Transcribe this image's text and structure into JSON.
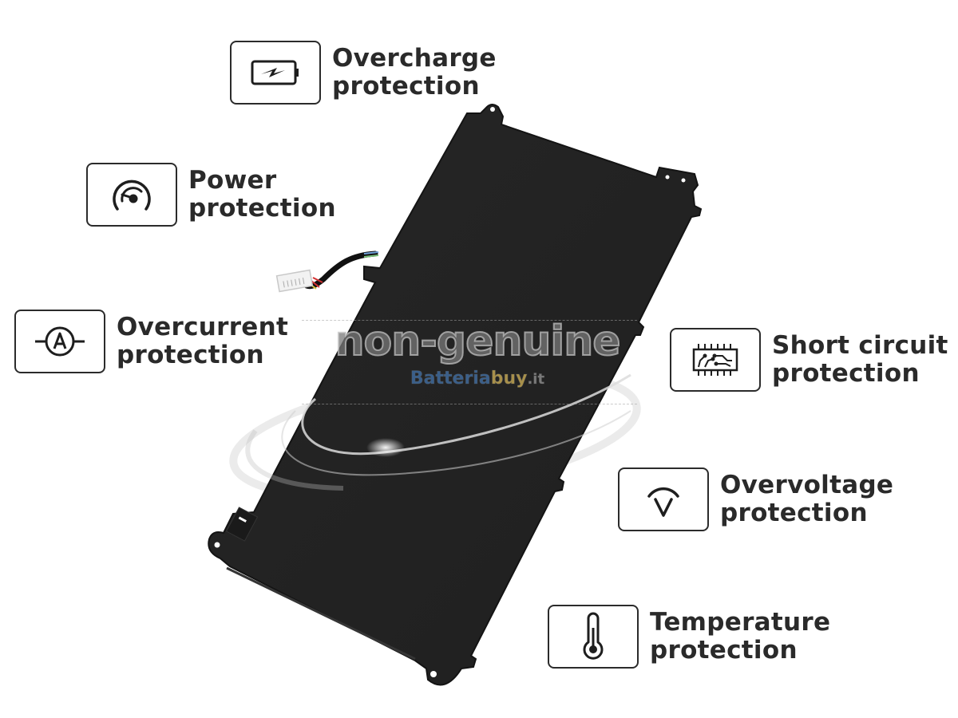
{
  "features": [
    {
      "id": "overcharge",
      "icon": "battery-charging-icon",
      "line1": "Overcharge",
      "line2": "protection"
    },
    {
      "id": "power",
      "icon": "gauge-icon",
      "line1": "Power",
      "line2": "protection"
    },
    {
      "id": "overcurrent",
      "icon": "ammeter-icon",
      "line1": "Overcurrent",
      "line2": "protection"
    },
    {
      "id": "short-circuit",
      "icon": "circuit-board-icon",
      "line1": "Short circuit",
      "line2": "protection"
    },
    {
      "id": "overvoltage",
      "icon": "voltmeter-icon",
      "line1": "Overvoltage",
      "line2": "protection"
    },
    {
      "id": "temperature",
      "icon": "thermometer-icon",
      "line1": "Temperature",
      "line2": "protection"
    }
  ],
  "watermark": {
    "main": "non-genuine",
    "brand_part1": "Batteria",
    "brand_part2": "buy",
    "brand_part3": ".it"
  },
  "colors": {
    "battery_body": "#232323",
    "text": "#2a2a2a",
    "icon_border": "#2b2b2b",
    "brand_blue": "#3a5f8a",
    "brand_gold": "#a8904a"
  }
}
